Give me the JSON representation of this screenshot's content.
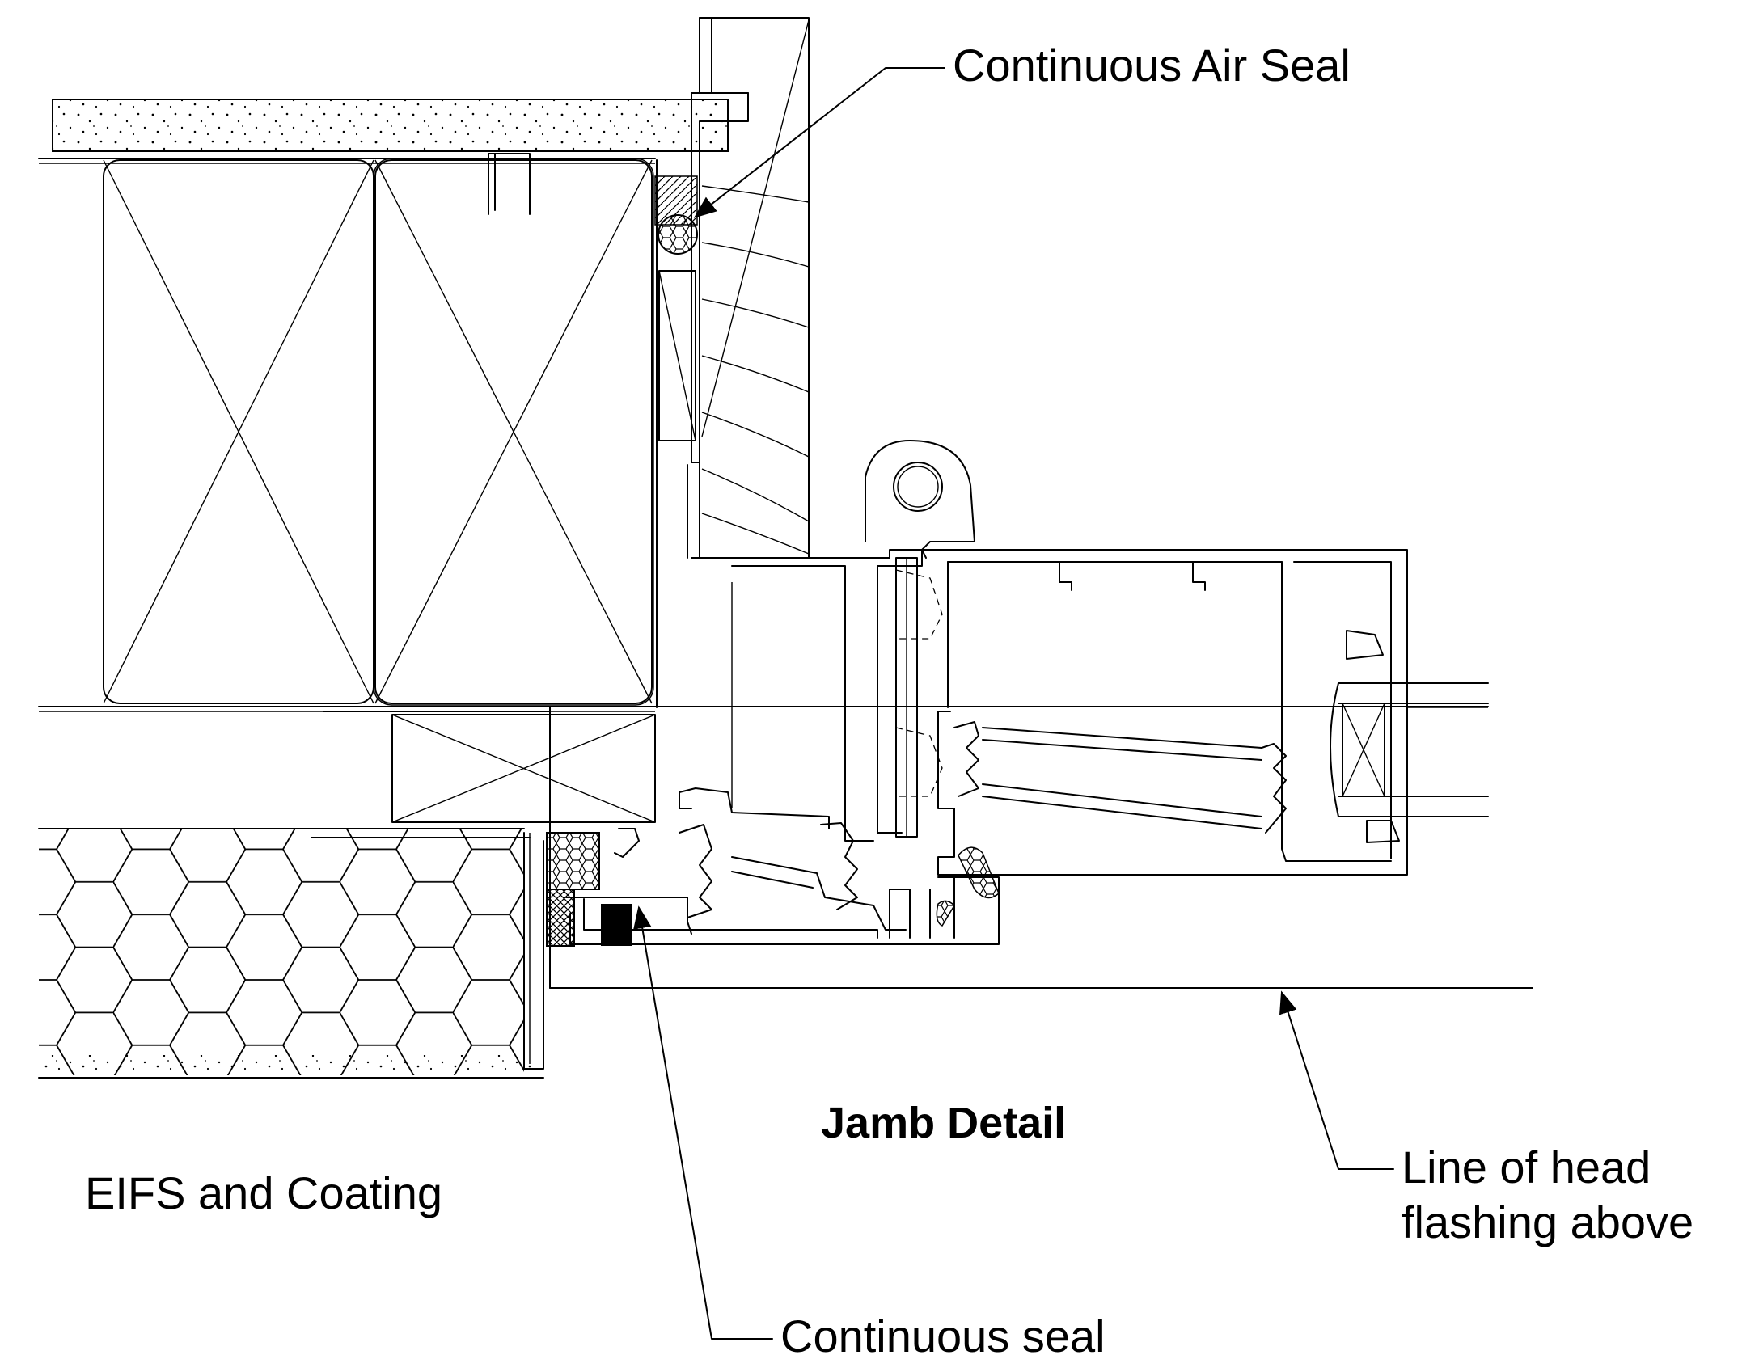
{
  "diagram": {
    "title": "Jamb Detail",
    "labels": {
      "air_seal": "Continuous Air Seal",
      "eifs": "EIFS and Coating",
      "head_flashing_line1": "Line of head",
      "head_flashing_line2": "flashing above",
      "continuous_seal": "Continuous seal"
    }
  }
}
